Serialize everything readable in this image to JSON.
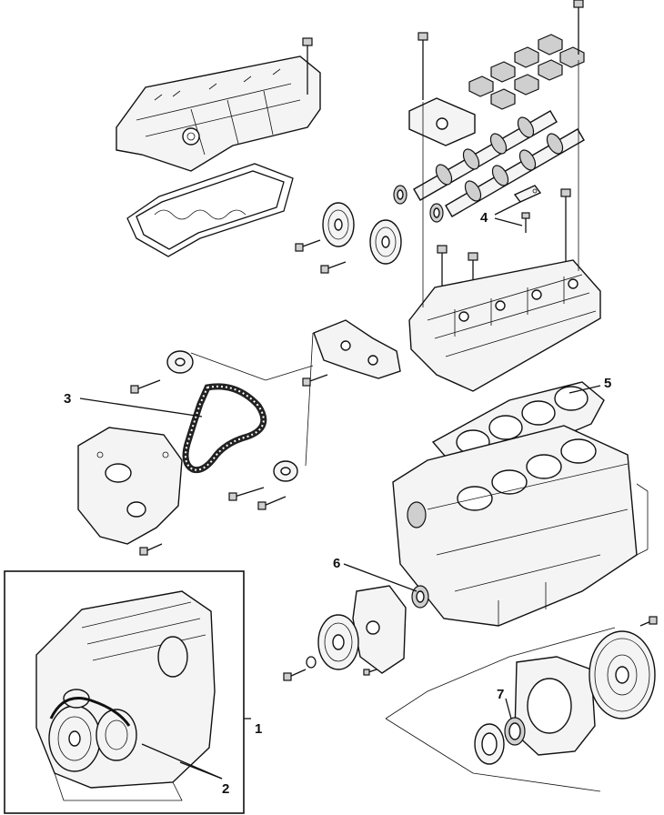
{
  "callouts": {
    "c1": "1",
    "c2": "2",
    "c3": "3",
    "c4": "4",
    "c5": "5",
    "c6": "6",
    "c7": "7"
  }
}
